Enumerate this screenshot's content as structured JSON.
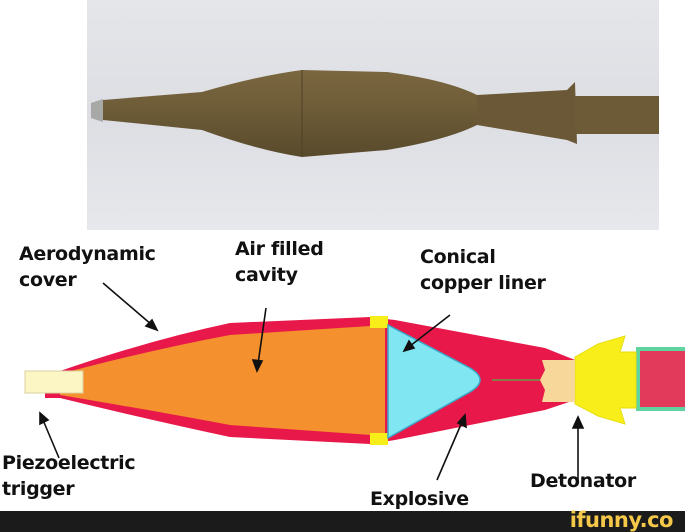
{
  "photo": {
    "subject": "RPG-7 warhead photograph",
    "colors": {
      "background": "#e0e2e6",
      "body": "#6b5a37",
      "tip": "#a9a9a9"
    }
  },
  "diagram": {
    "labels": {
      "aerodynamic_cover": [
        "Aerodynamic",
        "cover"
      ],
      "air_filled_cavity": [
        "Air filled",
        "cavity"
      ],
      "conical_copper_liner": [
        "Conical",
        "copper liner"
      ],
      "piezoelectric_trigger": [
        "Piezoelectric",
        "trigger"
      ],
      "explosive": "Explosive",
      "detonator": "Detonator"
    },
    "colors": {
      "cover": "#e8194a",
      "cavity": "#f5902e",
      "liner": "#7fe6f2",
      "explosive": "#e8194a",
      "detonator": "#f7ee1a",
      "trigger": "#fbf6c4",
      "tail": "#e23a5a",
      "tail_edge": "#5fd3a0"
    }
  },
  "footer": {
    "brand": "ifunny.co"
  }
}
